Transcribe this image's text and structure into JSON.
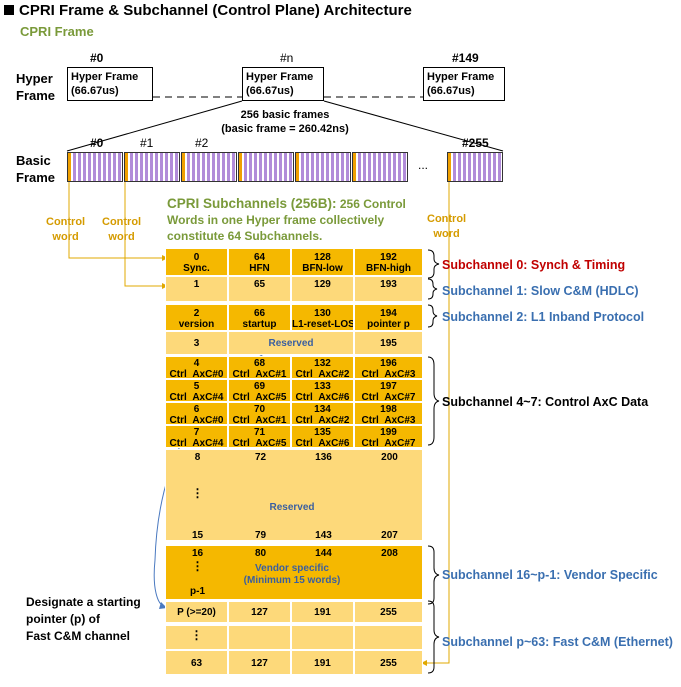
{
  "title": "CPRI Frame & Subchannel (Control Plane) Architecture",
  "subtitle": "CPRI Frame",
  "hyper": {
    "row_label_1": "Hyper",
    "row_label_2": "Frame",
    "frames": [
      {
        "index": "#0",
        "line1": "Hyper Frame",
        "line2": "(66.67us)"
      },
      {
        "index": "#n",
        "line1": "Hyper Frame",
        "line2": "(66.67us)"
      },
      {
        "index": "#149",
        "line1": "Hyper Frame",
        "line2": "(66.67us)"
      }
    ]
  },
  "basic": {
    "row_label_1": "Basic",
    "row_label_2": "Frame",
    "caption_1": "256 basic frames",
    "caption_2": "(basic frame = 260.42ns)",
    "indices": [
      "#0",
      "#1",
      "#2",
      "#255"
    ],
    "ellipsis": "..."
  },
  "control_word": {
    "line1": "Control",
    "line2": "word"
  },
  "subchannels_title": {
    "bold": "CPRI Subchannels (256B):",
    "rest_1": " 256 Control",
    "line_2": "Words in one Hyper frame collectively",
    "line_3": "constitute 64 Subchannels."
  },
  "grid": {
    "r0": [
      "0",
      "Sync.",
      "64",
      "HFN",
      "128",
      "BFN-low",
      "192",
      "BFN-high"
    ],
    "r1": [
      "1",
      "65",
      "129",
      "193"
    ],
    "r2": [
      "2",
      "version",
      "66",
      "startup",
      "130",
      "L1-reset-LOS",
      "194",
      "pointer p"
    ],
    "r3": [
      "3",
      "Reserved",
      "195"
    ],
    "axc": [
      [
        "4",
        "Ctrl_AxC#0",
        "68",
        "Ctrl_AxC#1",
        "132",
        "Ctrl_AxC#2",
        "196",
        "Ctrl_AxC#3"
      ],
      [
        "5",
        "Ctrl_AxC#4",
        "69",
        "Ctrl_AxC#5",
        "133",
        "Ctrl_AxC#6",
        "197",
        "Ctrl_AxC#7"
      ],
      [
        "6",
        "Ctrl_AxC#0",
        "70",
        "Ctrl_AxC#1",
        "134",
        "Ctrl_AxC#2",
        "198",
        "Ctrl_AxC#3"
      ],
      [
        "7",
        "Ctrl_AxC#4",
        "71",
        "Ctrl_AxC#5",
        "135",
        "Ctrl_AxC#6",
        "199",
        "Ctrl_AxC#7"
      ]
    ],
    "res2": [
      "8",
      "72",
      "136",
      "200",
      "⋮",
      "Reserved",
      "15",
      "79",
      "143",
      "207"
    ],
    "vendor": [
      "16",
      "⋮",
      "p-1",
      "80",
      "144",
      "Vendor specific",
      "(Minimum 15 words)",
      "208"
    ],
    "fast1": [
      "P (>=20)",
      "127",
      "191",
      "255"
    ],
    "fast2": [
      "⋮"
    ],
    "fast3": [
      "63",
      "127",
      "191",
      "255"
    ]
  },
  "labels": {
    "sc0": "Subchannel 0: Synch & Timing",
    "sc1": "Subchannel 1: Slow C&M (HDLC)",
    "sc2": "Subchannel 2: L1 Inband Protocol",
    "sc47": "Subchannel 4~7: Control AxC Data",
    "sc16": "Subchannel 16~p-1: Vendor Specific",
    "scp": "Subchannel p~63: Fast C&M (Ethernet)"
  },
  "designate": {
    "line1": "Designate a starting",
    "line2": "pointer (p) of",
    "line3": "Fast C&M channel"
  },
  "colors": {
    "accent_green": "#7a9a3a",
    "gold": "#d59b00",
    "dark_cell": "#f5b800",
    "light_cell": "#fdd97a",
    "purple": "#b18cd9"
  }
}
